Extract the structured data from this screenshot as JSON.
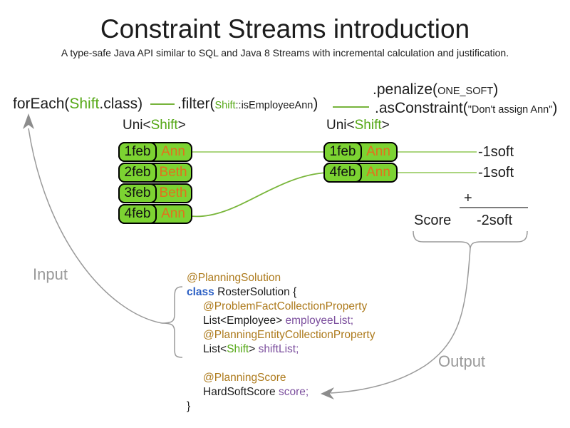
{
  "title": "Constraint Streams introduction",
  "subtitle": "A type-safe Java API similar to SQL and Java 8 Streams with incremental calculation and justification.",
  "pipeline": {
    "foreach": [
      {
        "t": "forEach(",
        "c": "dark",
        "s": "lg"
      },
      {
        "t": "Shift",
        "c": "green",
        "s": "lg"
      },
      {
        "t": ".class)",
        "c": "dark",
        "s": "lg"
      }
    ],
    "filter": [
      {
        "t": ".filter(",
        "c": "dark",
        "s": "lg"
      },
      {
        "t": "Shift",
        "c": "green",
        "s": "sm"
      },
      {
        "t": "::isEmployeeAnn",
        "c": "dark",
        "s": "sm"
      },
      {
        "t": ")",
        "c": "dark",
        "s": "lg"
      }
    ],
    "penalize": [
      {
        "t": ".penalize(",
        "c": "dark",
        "s": "lg"
      },
      {
        "t": "ONE_SOFT",
        "c": "dark",
        "s": "sm"
      },
      {
        "t": ")",
        "c": "dark",
        "s": "lg"
      }
    ],
    "as_constraint": [
      {
        "t": ".asConstraint(",
        "c": "dark",
        "s": "lg"
      },
      {
        "t": "\"Don't assign Ann\"",
        "c": "dark",
        "s": "sm"
      },
      {
        "t": ")",
        "c": "dark",
        "s": "lg"
      }
    ]
  },
  "tables": {
    "left": {
      "label": [
        {
          "t": "Uni<",
          "c": "dark"
        },
        {
          "t": "Shift",
          "c": "green"
        },
        {
          "t": ">",
          "c": "dark"
        }
      ],
      "rows": [
        {
          "date": "1feb",
          "name": "Ann"
        },
        {
          "date": "2feb",
          "name": "Beth"
        },
        {
          "date": "3feb",
          "name": "Beth"
        },
        {
          "date": "4feb",
          "name": "Ann"
        }
      ]
    },
    "right": {
      "label": [
        {
          "t": "Uni<",
          "c": "dark"
        },
        {
          "t": "Shift",
          "c": "green"
        },
        {
          "t": ">",
          "c": "dark"
        }
      ],
      "rows": [
        {
          "date": "1feb",
          "name": "Ann"
        },
        {
          "date": "4feb",
          "name": "Ann"
        }
      ]
    }
  },
  "score": {
    "matches": [
      "-1soft",
      "-1soft"
    ],
    "plus": "+",
    "label": "Score",
    "total": "-2soft"
  },
  "flow_labels": {
    "input": "Input",
    "output": "Output"
  },
  "code": {
    "lines": [
      {
        "i": 0,
        "segs": [
          {
            "t": "@PlanningSolution",
            "c": "ann"
          }
        ]
      },
      {
        "i": 0,
        "segs": [
          {
            "t": "class",
            "c": "kw"
          },
          {
            "t": " RosterSolution {",
            "c": "pl"
          }
        ]
      },
      {
        "i": 1,
        "segs": [
          {
            "t": "@ProblemFactCollectionProperty",
            "c": "ann"
          }
        ]
      },
      {
        "i": 1,
        "segs": [
          {
            "t": "List<Employee> ",
            "c": "pl"
          },
          {
            "t": "employeeList;",
            "c": "field"
          }
        ]
      },
      {
        "i": 1,
        "segs": [
          {
            "t": "@PlanningEntityCollectionProperty",
            "c": "ann"
          }
        ]
      },
      {
        "i": 1,
        "segs": [
          {
            "t": "List<",
            "c": "pl"
          },
          {
            "t": "Shift",
            "c": "green"
          },
          {
            "t": "> ",
            "c": "pl"
          },
          {
            "t": "shiftList;",
            "c": "field"
          }
        ]
      },
      {
        "i": 1,
        "segs": []
      },
      {
        "i": 1,
        "segs": [
          {
            "t": "@PlanningScore",
            "c": "ann"
          }
        ]
      },
      {
        "i": 1,
        "segs": [
          {
            "t": "HardSoftScore ",
            "c": "pl"
          },
          {
            "t": "score;",
            "c": "field"
          }
        ]
      },
      {
        "i": 0,
        "segs": [
          {
            "t": "}",
            "c": "pl"
          }
        ]
      }
    ]
  },
  "colors": {
    "shift_green_text": "#55a816",
    "cell_fill_green": "#7cd332",
    "employee_orange": "#e2711d",
    "annotation_gold": "#ad7a1c",
    "keyword_blue": "#2b5fc4",
    "field_purple": "#7c4f9e",
    "arrow_gray": "#9a9a9a",
    "connector_green": "#77b43c",
    "connector_green_light": "#abd57f"
  }
}
